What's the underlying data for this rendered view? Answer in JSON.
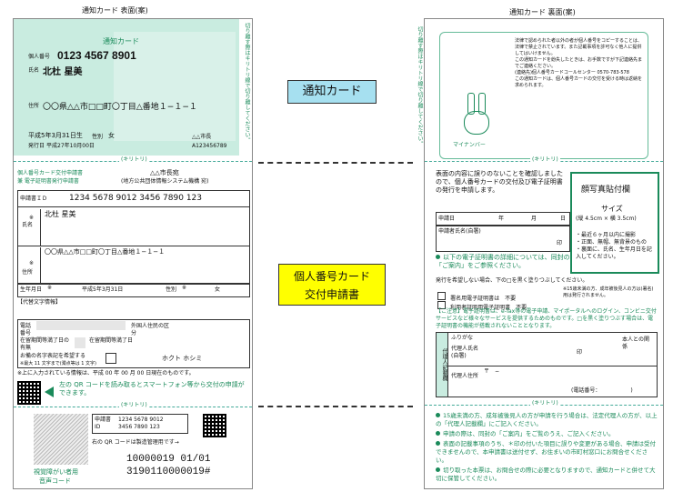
{
  "left": {
    "heading": "通知カード 表面(案)",
    "card": {
      "title": "通知カード",
      "number_label": "個人番号",
      "number": "0123 4567 8901",
      "name_label": "氏名",
      "name": "北杜 星美",
      "address_label": "住所",
      "address": "〇〇県△△市□□町〇丁目△番地１−１−１",
      "birth": "平成5年3月31日生",
      "sex_label": "性別",
      "sex": "女",
      "issue_label": "発行日",
      "issue_date": "平成27年10月00日",
      "mayor": "△△市長",
      "serial": "A123456789",
      "side_text": "切り離す際はキリトリ線で切り離してください。"
    },
    "cut_label": "(キリトリ)",
    "form": {
      "title_line1": "個人番号カード交付申請書",
      "title_line2": "兼 電子証明書発行申請書",
      "city": "△△市長宛",
      "city_note": "(地方公共団体情報システム機構 宛)",
      "app_no_label": "申請書ＩＤ",
      "app_no": "1234 5678 9012 3456 7890 123",
      "name_label": "氏名",
      "name_mark": "※",
      "name": "北杜 星美",
      "address_label": "住所",
      "address_mark": "※",
      "address": "〇〇県△△市□□町〇丁目△番地１−１−１",
      "birth_label": "生年月日",
      "birth_mark": "※",
      "birth": "平成5年3月31日",
      "sex_label": "性別",
      "sex_mark": "※",
      "sex": "女",
      "alt_label": "【代替文字情報】",
      "phone_label": "電話番号",
      "foreign_label": "外国人住民の区分",
      "stay1": "在留期間等満了日の有無",
      "stay2": "在留期間等満了日",
      "kana_label": "お備の名字表記を希望する",
      "kana_note": "※最大 11 文字まで(濁点等は 1 文字)",
      "kana_value": "ホクト ホシミ",
      "note": "※上に入力されている情報は、平成 00 年 00 月 00 日現在のものです。",
      "qr_text": "左の QR コードを読み取るとスマートフォン等から交付の申請ができます。"
    },
    "bottom": {
      "id_label": "申請書ID",
      "id_value1": "1234 5678 9012",
      "id_value2": "3456 7890 123",
      "qr_note": "右の QR コードは製造管理用です→",
      "code1": "10000019 01/01",
      "code2": "3190110000019#",
      "voice1": "視覚障がい者用",
      "voice2": "音声コード"
    }
  },
  "center": {
    "label1": "通知カード",
    "label2_line1": "個人番号カード",
    "label2_line2": "交付申請書"
  },
  "right": {
    "heading": "通知カード 裏面(案)",
    "back_notes": [
      "法律で認められた者以外の者が個人番号をコピーすることは、法律で禁止されています。また記載事項を許可なく他人に提供してはいけません。",
      "この通知カードを紛失したときは、お手数ですが下記連絡先までご連絡ください。",
      "(連絡先)個人番号カードコールセンター 0570-783-578",
      "この通知カードは、個人番号カードの交付を受ける時は返納を求められます。"
    ],
    "mascot_label": "マイナンバー",
    "side_text": "切り離す際はキリトリ線で切り離してください。",
    "cut_label": "(キリトリ)",
    "intro": "表面の内容に誤りのないことを確認しましたので、個人番号カードの交付及び電子証明書の発行を申請します。",
    "photo_title": "顔写真貼付欄",
    "photo_size": "サイズ",
    "photo_dims": "(縦 4.5cm × 横 3.5cm)",
    "photo_notes": [
      "・最近６ヶ月以内に撮影",
      "・正面、無帽、無背景のもの",
      "・裏面に、氏名、生年月日を記入してください。"
    ],
    "date_label": "申請日",
    "year": "年",
    "month": "月",
    "day": "日",
    "sign_label": "申請者氏名(自署)",
    "seal": "印",
    "info_text": "以下の電子証明書の詳細については、同封の「ご案内」をご参照ください。",
    "cert_intro": "発行を希望しない場合、下の□を黒く塗りつぶしてください。",
    "cert1": "署名用電子証明書は　不要",
    "cert2": "利用者証明用電子証明書　不要",
    "cert_note": "※15歳未満の方、成年被後見人の方は(署名)用は発行されません。",
    "notice": "【ご注意】電子証明書は、e-Tax等の電子申請、マイポータルへのログイン、コンビニ交付サービスなど様々なサービスを提供するためのものです。□を黒く塗りつぶす場合は、電子証明書の機能が搭載されないこととなります。",
    "rep_label": "代理人記載欄",
    "rep_furigana": "ふりがな",
    "rep_name": "代理人氏名(自署)",
    "rep_relation": "本人との関係",
    "rep_address": "代理人住所",
    "rep_postal": "〒　−",
    "rep_phone": "(電話番号：　　　　　　)",
    "bullets": [
      "15歳未満の方、成年被後見人の方が申請を行う場合は、法定代理人の方が、以上の「代理人記載欄」にご記入ください。",
      "申請の際は、同封の「ご案内」をご覧のうえ、ご記入ください。",
      "表面の記載事項のうち、＊印の付いた項目に誤りや変更がある場合、申請は受付できませんので、本申請書は送付せず、お住まいの市町村窓口にお問合せください。",
      "切り取った本票は、お問合せの際に必要となりますので、通知カードと併せて大切に保管してください。"
    ]
  },
  "colors": {
    "accent": "#1a8a5a",
    "mint": "#c9ece0",
    "yellow": "#ffff00",
    "blue": "#a6e0f0"
  }
}
